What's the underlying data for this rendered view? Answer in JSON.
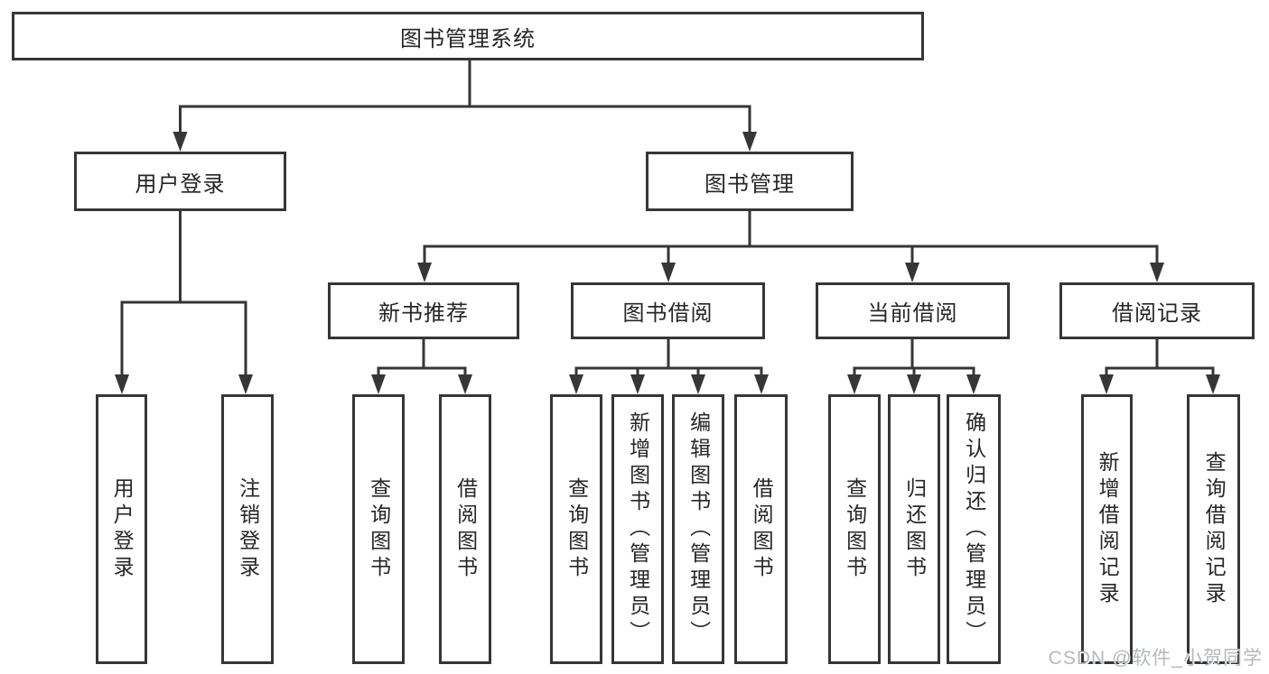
{
  "diagram": {
    "title": "图书管理系统",
    "level2": {
      "user_login": "用户登录",
      "book_mgmt": "图书管理"
    },
    "level3": {
      "new_books": "新书推荐",
      "borrowing": "图书借阅",
      "current": "当前借阅",
      "records": "借阅记录"
    },
    "leaves": {
      "user_login_1": "用户登录",
      "user_login_2": "注销登录",
      "new_books_1": "查询图书",
      "new_books_2": "借阅图书",
      "borrowing_1": "查询图书",
      "borrowing_2": "新增图书（管理员）",
      "borrowing_3": "编辑图书（管理员）",
      "borrowing_4": "借阅图书",
      "current_1": "查询图书",
      "current_2": "归还图书",
      "current_3": "确认归还（管理员）",
      "records_1": "新增借阅记录",
      "records_2": "查询借阅记录"
    }
  },
  "watermark": "CSDN @软件_小贺同学",
  "colors": {
    "line": "#363636",
    "text": "#262626",
    "watermark": "#b4b8be",
    "background": "#ffffff"
  }
}
